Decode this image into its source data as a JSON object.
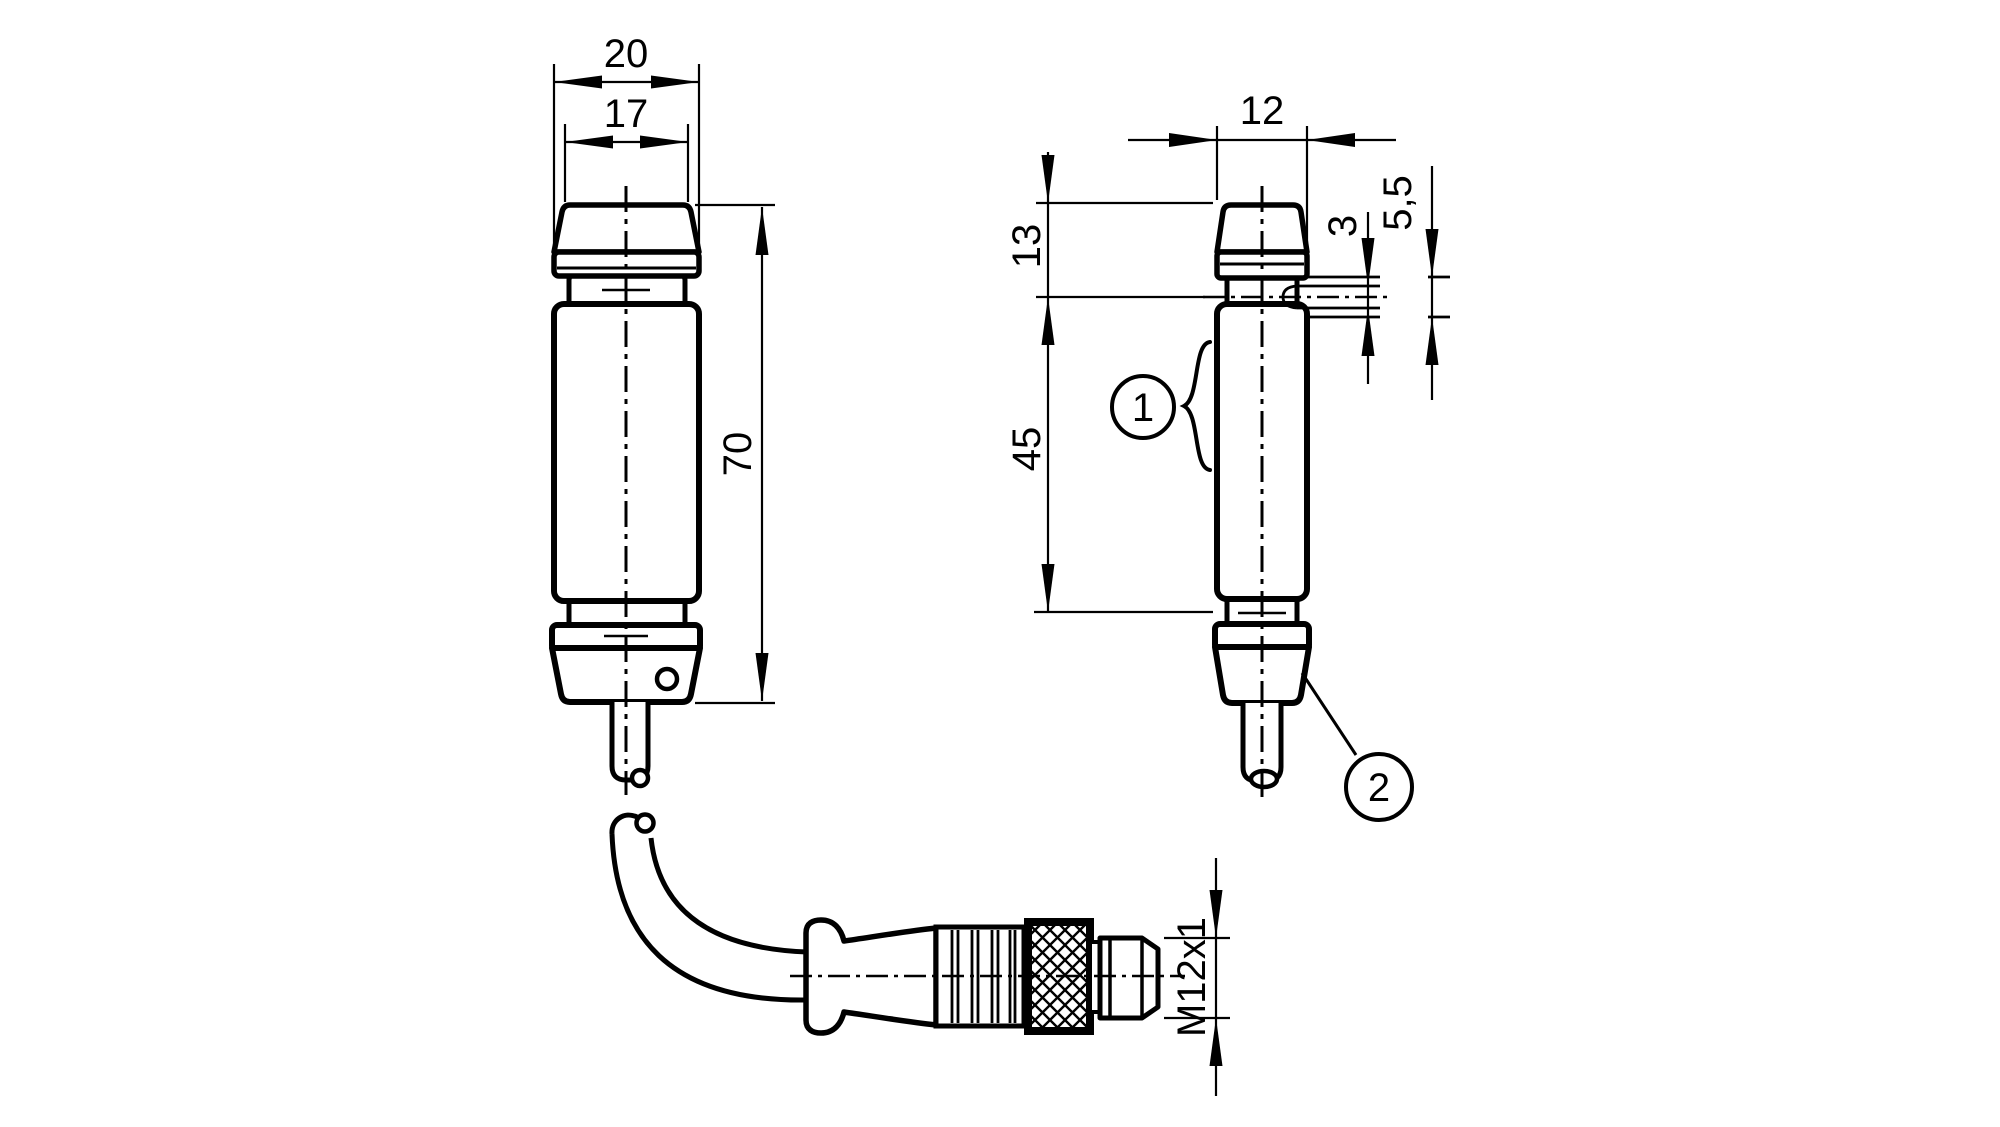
{
  "colors": {
    "ink": "#000000",
    "background": "#ffffff"
  },
  "front_view": {
    "dim_width_outer": "20",
    "dim_width_inner": "17",
    "dim_length": "70"
  },
  "side_view": {
    "dim_depth": "12",
    "dim_top_section": "13",
    "dim_mid_section": "45",
    "dim_slot_inner": "3",
    "dim_slot_outer": "5,5",
    "callout_1": "1",
    "callout_2": "2"
  },
  "connector": {
    "dim_thread": "M12x1"
  }
}
